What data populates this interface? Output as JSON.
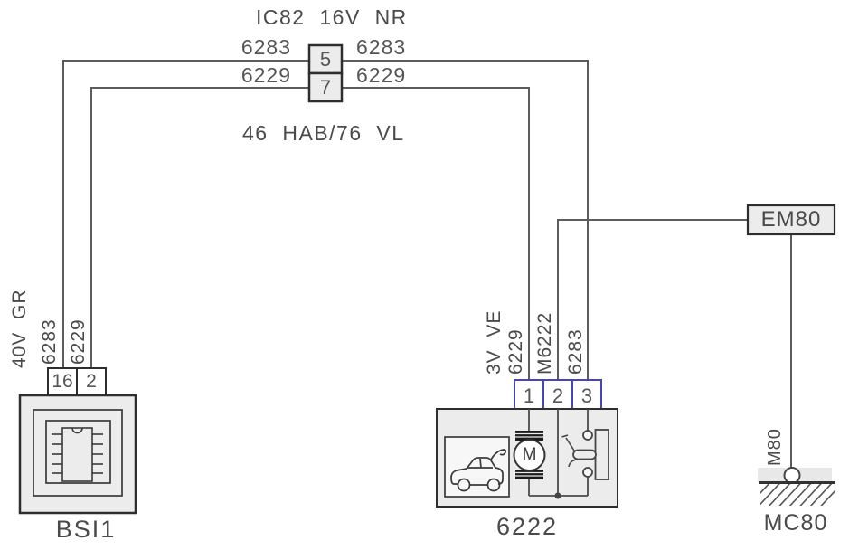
{
  "top": {
    "title": "IC82  16V  NR",
    "harness": "46  HAB/76  VL",
    "pin5": "5",
    "pin7": "7",
    "left_labels": [
      "6283",
      "6229"
    ],
    "right_labels": [
      "6283",
      "6229"
    ]
  },
  "bsi1": {
    "name": "BSI1",
    "connector": "40V  GR",
    "wire_top": "6283",
    "wire_bottom": "6229",
    "pin_left": "16",
    "pin_right": "2"
  },
  "m6222": {
    "name": "6222",
    "connector": "3V  VE",
    "wire1": "6229",
    "wire2": "M6222",
    "wire3": "6283",
    "pin1": "1",
    "pin2": "2",
    "pin3": "3",
    "motor": "M"
  },
  "em80": {
    "name": "EM80"
  },
  "ground": {
    "wire": "M80",
    "name": "MC80"
  },
  "colors": {
    "wire": "#5c5c5c",
    "border": "#2e2e2e",
    "box_fill": "#ececec",
    "pin_blue": "#4444c0",
    "text": "#4a4a4a"
  }
}
